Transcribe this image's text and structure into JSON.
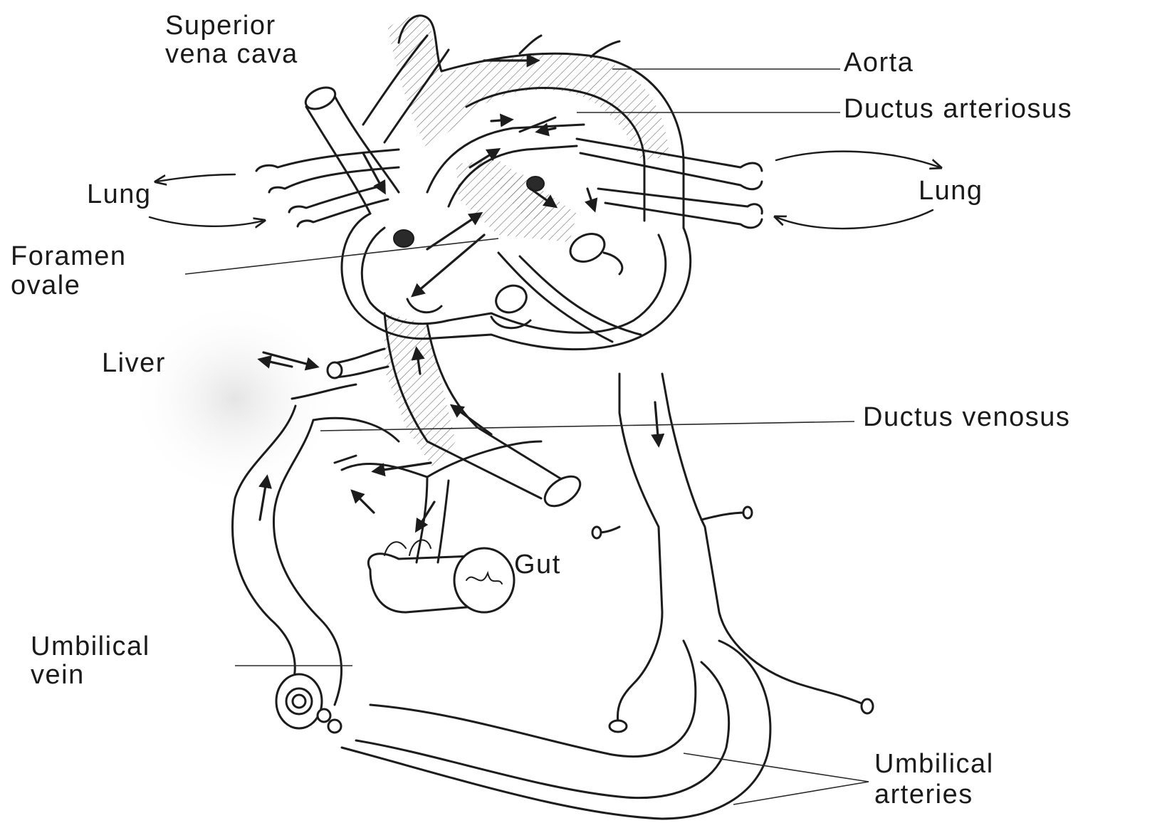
{
  "labels": {
    "superior_vena_cava": [
      "Superior",
      "vena cava"
    ],
    "aorta": "Aorta",
    "ductus_arteriosus": "Ductus arteriosus",
    "lung_left": "Lung",
    "lung_right": "Lung",
    "foramen_ovale": [
      "Foramen",
      "ovale"
    ],
    "liver": "Liver",
    "ductus_venosus": "Ductus venosus",
    "gut": "Gut",
    "umbilical_vein": [
      "Umbilical",
      "vein"
    ],
    "umbilical_arteries": [
      "Umbilical",
      "arteries"
    ]
  }
}
